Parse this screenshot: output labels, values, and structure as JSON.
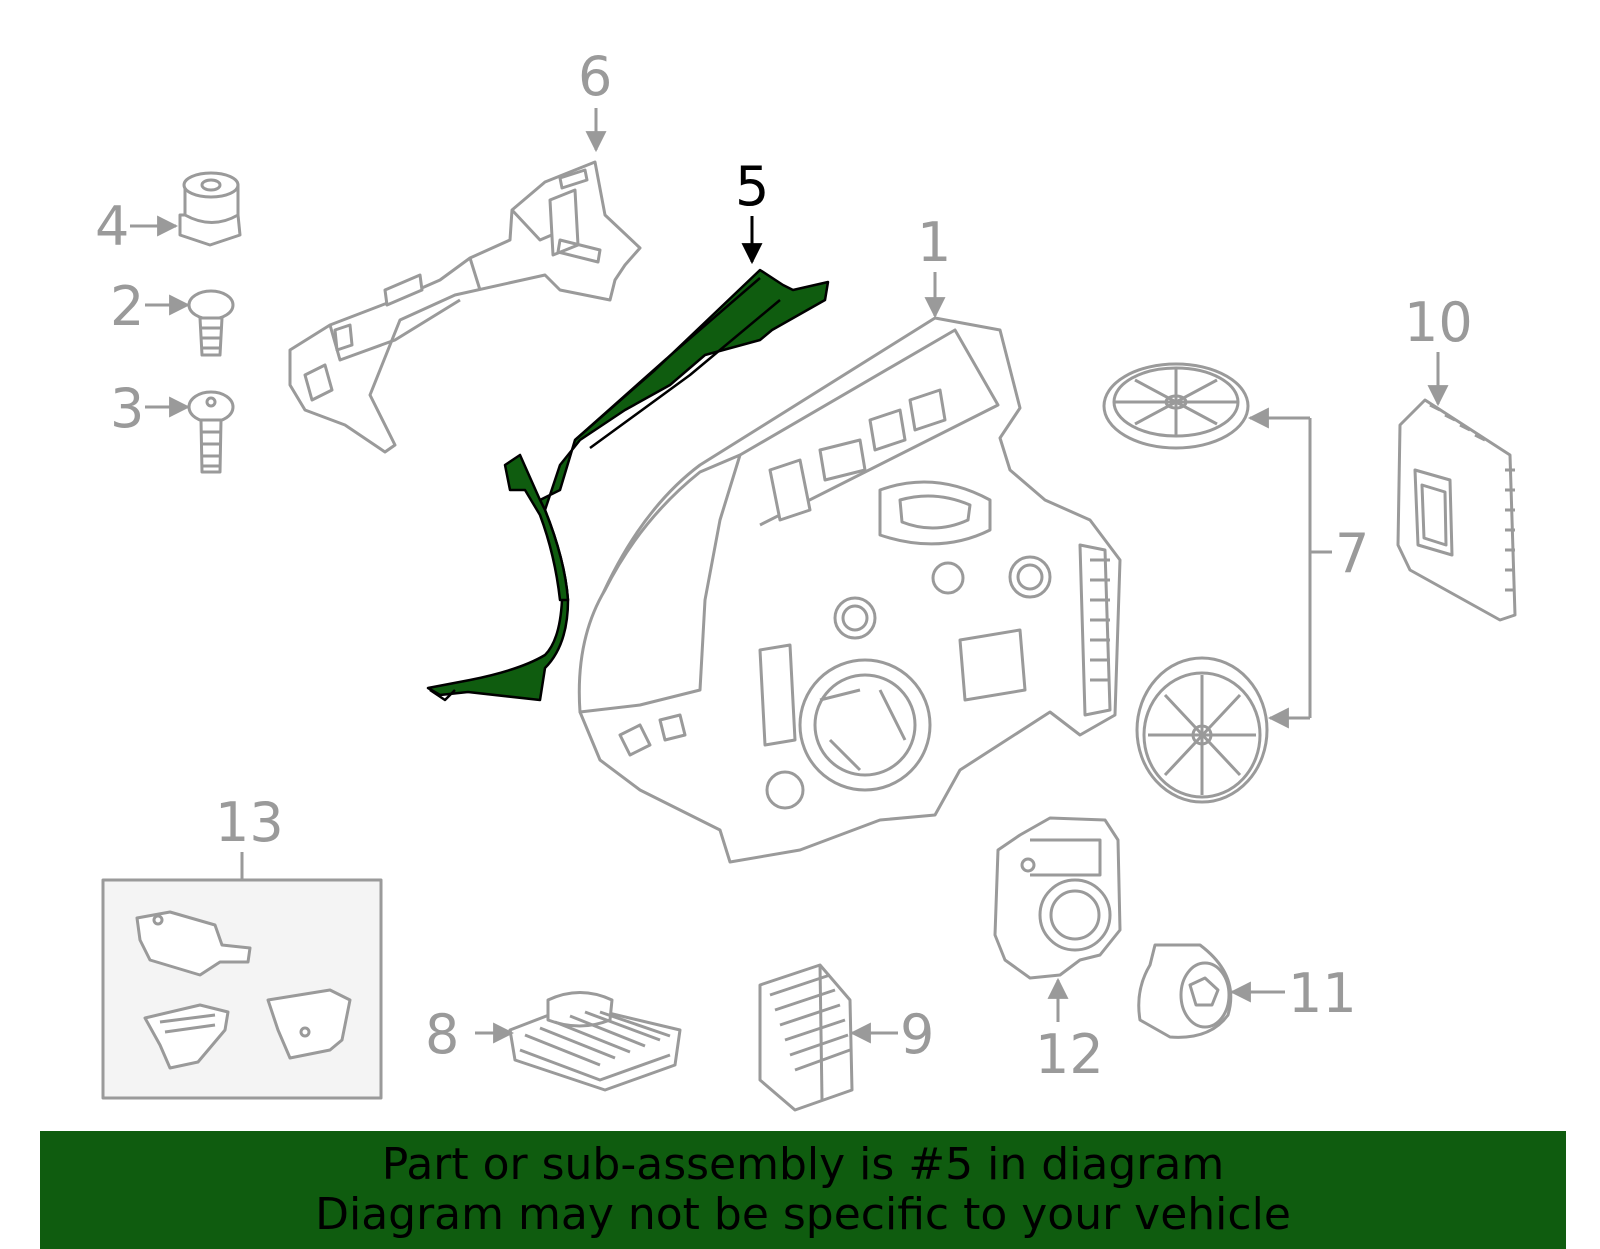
{
  "colors": {
    "part_line": "#9a9a9a",
    "highlight_fill": "#0f5c0f",
    "highlight_line": "#000000",
    "banner_bg": "#0f5c0f",
    "banner_text": "#000000"
  },
  "callouts": [
    "1",
    "2",
    "3",
    "4",
    "5",
    "6",
    "7",
    "8",
    "9",
    "10",
    "11",
    "12",
    "13"
  ],
  "highlighted_part": "5",
  "banner": {
    "line1": "Part or sub-assembly is #5 in diagram",
    "line2": "Diagram may not be specific to your vehicle"
  }
}
